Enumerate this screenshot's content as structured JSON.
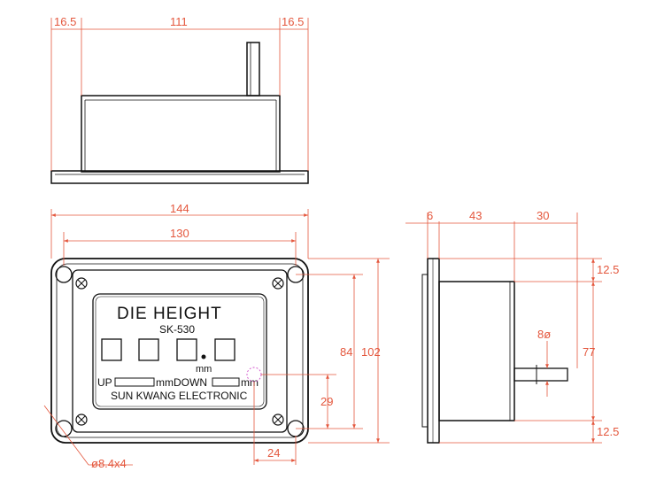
{
  "panel": {
    "title": "DIE HEIGHT",
    "model": "SK-530",
    "unit_mm": "mm",
    "up_label": "UP",
    "down_label": "DOWN",
    "maker": "SUN KWANG ELECTRONIC"
  },
  "dimensions": {
    "top_left": "16.5",
    "top_mid": "111",
    "top_right": "16.5",
    "front_width_outer": "144",
    "front_width_holes": "130",
    "front_height_holes": "84",
    "front_height_outer": "102",
    "front_hole_offset_y": "29",
    "front_hole_offset_x": "24",
    "hole_note": "ø8.4x4",
    "side_flange": "6",
    "side_body": "43",
    "side_shaft": "30",
    "side_top_margin": "12.5",
    "side_height": "77",
    "side_bottom_margin": "12.5",
    "shaft_dia": "8ø"
  },
  "colors": {
    "line": "#111111",
    "dimension": "#e4573d",
    "highlight": "#d04cc9"
  }
}
